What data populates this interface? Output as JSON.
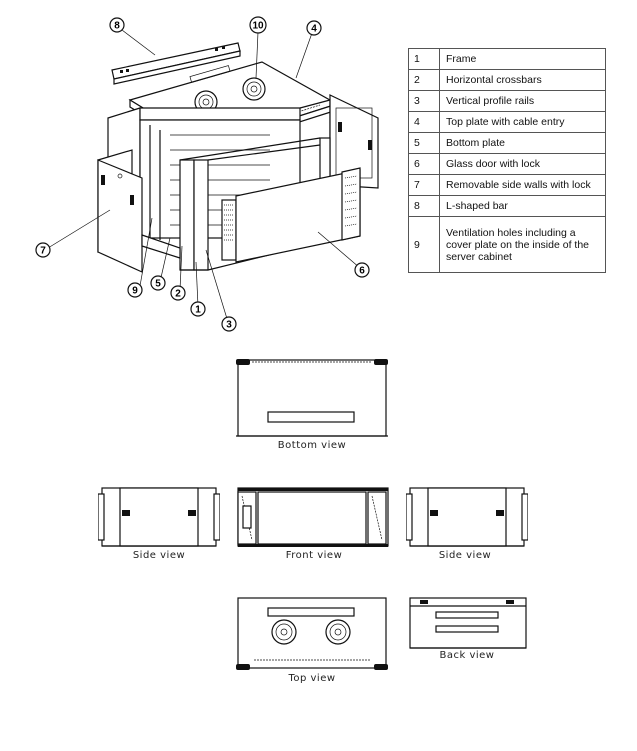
{
  "callouts": {
    "c1": "1",
    "c2": "2",
    "c3": "3",
    "c4": "4",
    "c5": "5",
    "c6": "6",
    "c7": "7",
    "c8": "8",
    "c9": "9",
    "c10": "10"
  },
  "legend": [
    {
      "num": "1",
      "label": "Frame"
    },
    {
      "num": "2",
      "label": "Horizontal crossbars"
    },
    {
      "num": "3",
      "label": "Vertical profile rails"
    },
    {
      "num": "4",
      "label": "Top plate with cable entry"
    },
    {
      "num": "5",
      "label": "Bottom plate"
    },
    {
      "num": "6",
      "label": "Glass door with lock"
    },
    {
      "num": "7",
      "label": "Removable side walls with lock"
    },
    {
      "num": "8",
      "label": "L-shaped bar"
    },
    {
      "num": "9",
      "label": "Ventilation holes including a cover plate on the inside of the server cabinet"
    }
  ],
  "views": {
    "bottom": "Bottom view",
    "side_left": "Side view",
    "front": "Front view",
    "side_right": "Side view",
    "top": "Top view",
    "back": "Back view"
  }
}
